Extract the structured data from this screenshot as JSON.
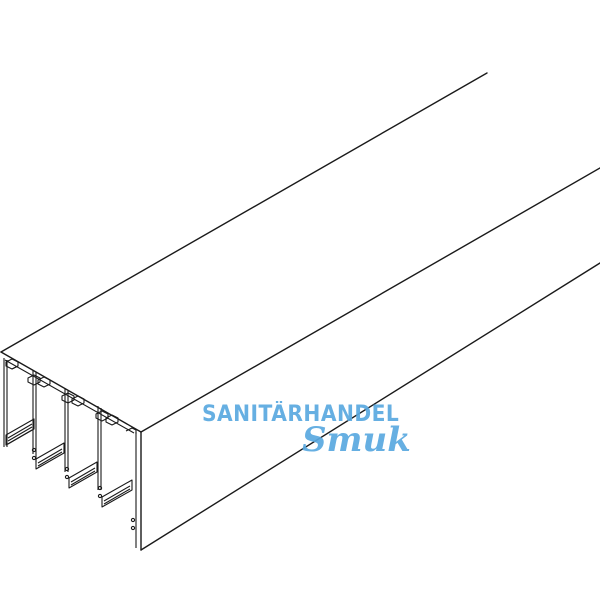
{
  "figure": {
    "type": "isometric technical line drawing",
    "subject": "aluminium triple-track sliding door rail profile",
    "line_color": "#1a1a1a",
    "background_color": "#ffffff",
    "channels_count": 4
  },
  "watermark": {
    "line1": "SANITÄRHANDEL",
    "line2": "Smuk",
    "color": "#5aa9e0"
  }
}
